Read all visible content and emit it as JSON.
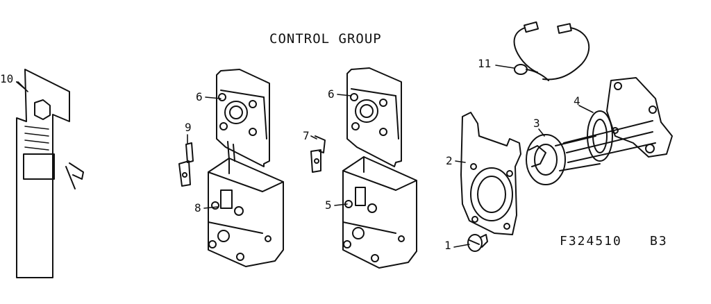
{
  "title": "CONTROL GROUP",
  "figure_code": "F324510",
  "sheet_code": "B3",
  "callouts": {
    "p1": "1",
    "p2": "2",
    "p3": "3",
    "p4": "4",
    "p5": "5",
    "p6a": "6",
    "p6b": "6",
    "p7": "7",
    "p8": "8",
    "p9": "9",
    "p10": "10",
    "p11": "11"
  },
  "colors": {
    "ink": "#111111",
    "paper": "#ffffff"
  }
}
